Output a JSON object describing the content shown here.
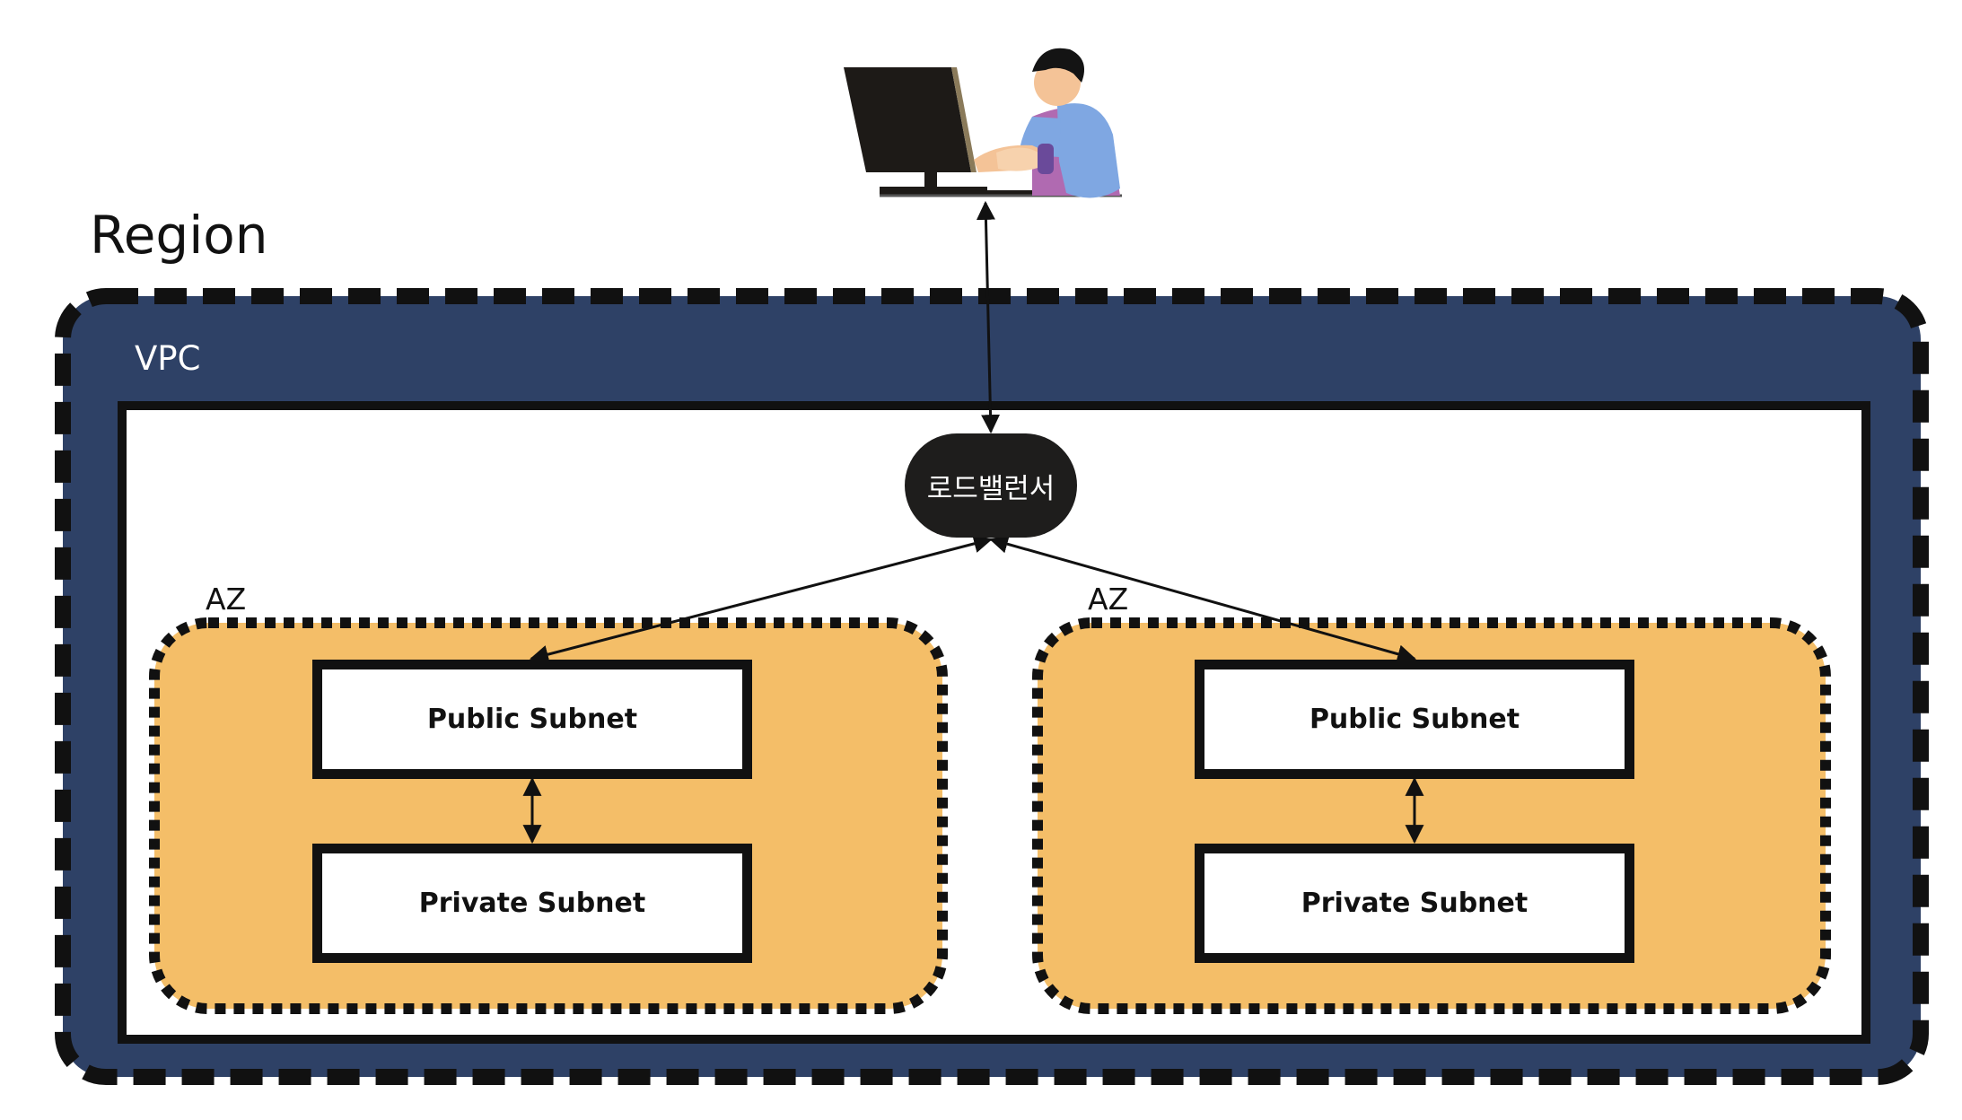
{
  "region": {
    "label": "Region"
  },
  "vpc": {
    "label": "VPC",
    "fill": "#2e4166"
  },
  "load_balancer": {
    "label": "로드밸런서"
  },
  "availability_zones": [
    {
      "label": "AZ",
      "public_subnet": "Public Subnet",
      "private_subnet": "Private Subnet"
    },
    {
      "label": "AZ",
      "public_subnet": "Public Subnet",
      "private_subnet": "Private Subnet"
    }
  ],
  "colors": {
    "az_fill": "#f4be68",
    "border": "#111111",
    "lb_fill": "#1e1d1c"
  },
  "icons": {
    "user": "user-at-computer-icon"
  }
}
